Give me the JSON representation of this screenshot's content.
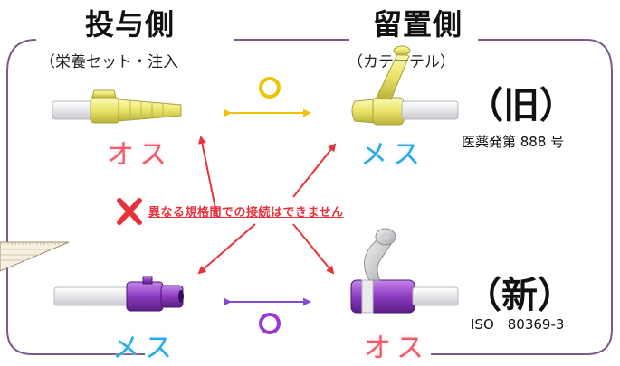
{
  "left_side": {
    "heading": "投与側",
    "subtitle": "（栄養セット・注入",
    "old_connector_label": "オス",
    "new_connector_label": "メス"
  },
  "right_side": {
    "heading": "留置側",
    "subtitle": "（カテーテル）",
    "old_connector_label": "メス",
    "new_connector_label": "オス"
  },
  "old_standard": {
    "label": "（旧）",
    "reference": "医薬発第 888 号"
  },
  "new_standard": {
    "label": "（新）",
    "reference": "ISO　80369-3"
  },
  "warning": {
    "text": "異なる規格間での接続はできません"
  },
  "colors": {
    "old_connector": "#ecec7a",
    "new_connector": "#8c3bbf",
    "compatible_mark": "#f2c200",
    "new_compatible_mark": "#9b3ad0",
    "arrow_cross": "#e8323b",
    "arrow_old": "#f2c200",
    "arrow_new": "#8a4ad0",
    "frame": "#7a5a8c",
    "male_label": "#ee5b6c",
    "female_label": "#2aa8e6"
  },
  "icons": [
    "circle-ok-icon",
    "cross-no-icon"
  ]
}
